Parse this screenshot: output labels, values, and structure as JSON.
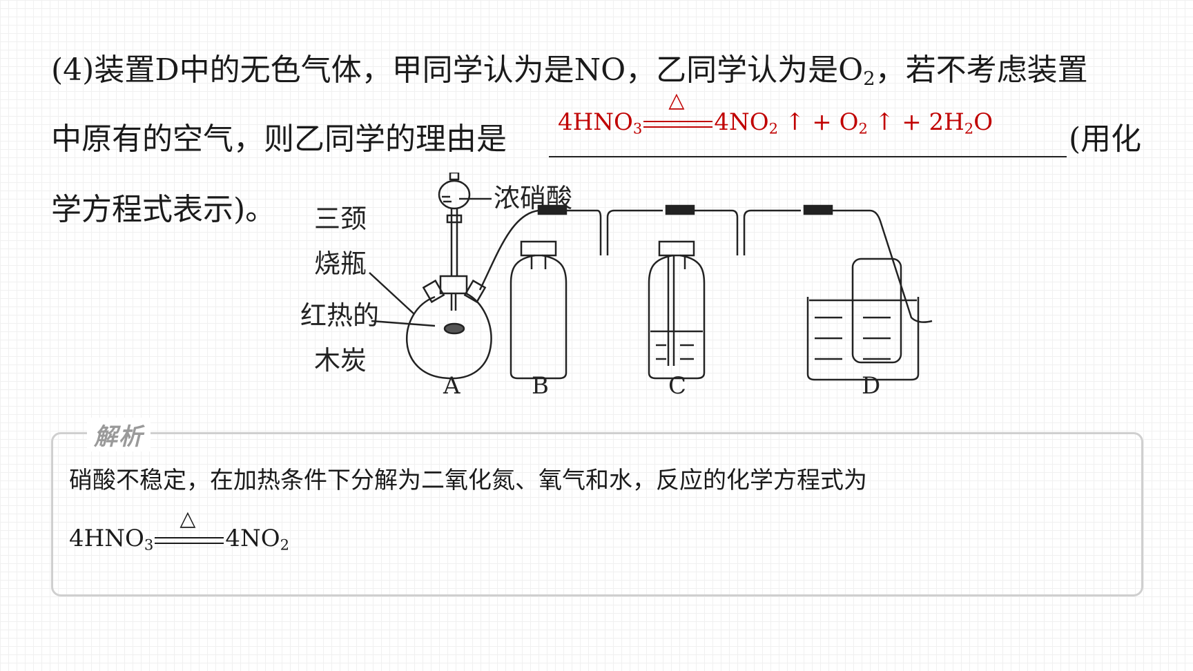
{
  "question": {
    "line1_a": "(4)装置D中的无色气体，甲同学认为是NO，乙同学认为是O",
    "line1_sub": "2",
    "line1_b": "，若不考虑装置",
    "line2": "中原有的空气，则乙同学的理由是",
    "line2_suffix": "(用化",
    "line3": "学方程式表示)。"
  },
  "answer": {
    "left": "4HNO",
    "left_sub": "3",
    "condition": "△",
    "right_1": "4NO",
    "right_1_sub": "2",
    "right_2": "↑ + O",
    "right_2_sub": "2",
    "right_3": "↑ + 2H",
    "right_3_sub": "2",
    "right_4": "O",
    "color": "#c00000"
  },
  "diagram": {
    "label_flask_1": "三颈",
    "label_flask_2": "烧瓶",
    "label_acid": "浓硝酸",
    "label_carbon_1": "红热的",
    "label_carbon_2": "木炭",
    "label_a": "A",
    "label_b": "B",
    "label_c": "C",
    "label_d": "D"
  },
  "analysis": {
    "title": "解析",
    "text": "硝酸不稳定，在加热条件下分解为二氧化氮、氧气和水，反应的化学方程式为",
    "eq_left": "4HNO",
    "eq_left_sub": "3",
    "eq_condition": "△",
    "eq_right": "4NO",
    "eq_right_sub": "2"
  }
}
